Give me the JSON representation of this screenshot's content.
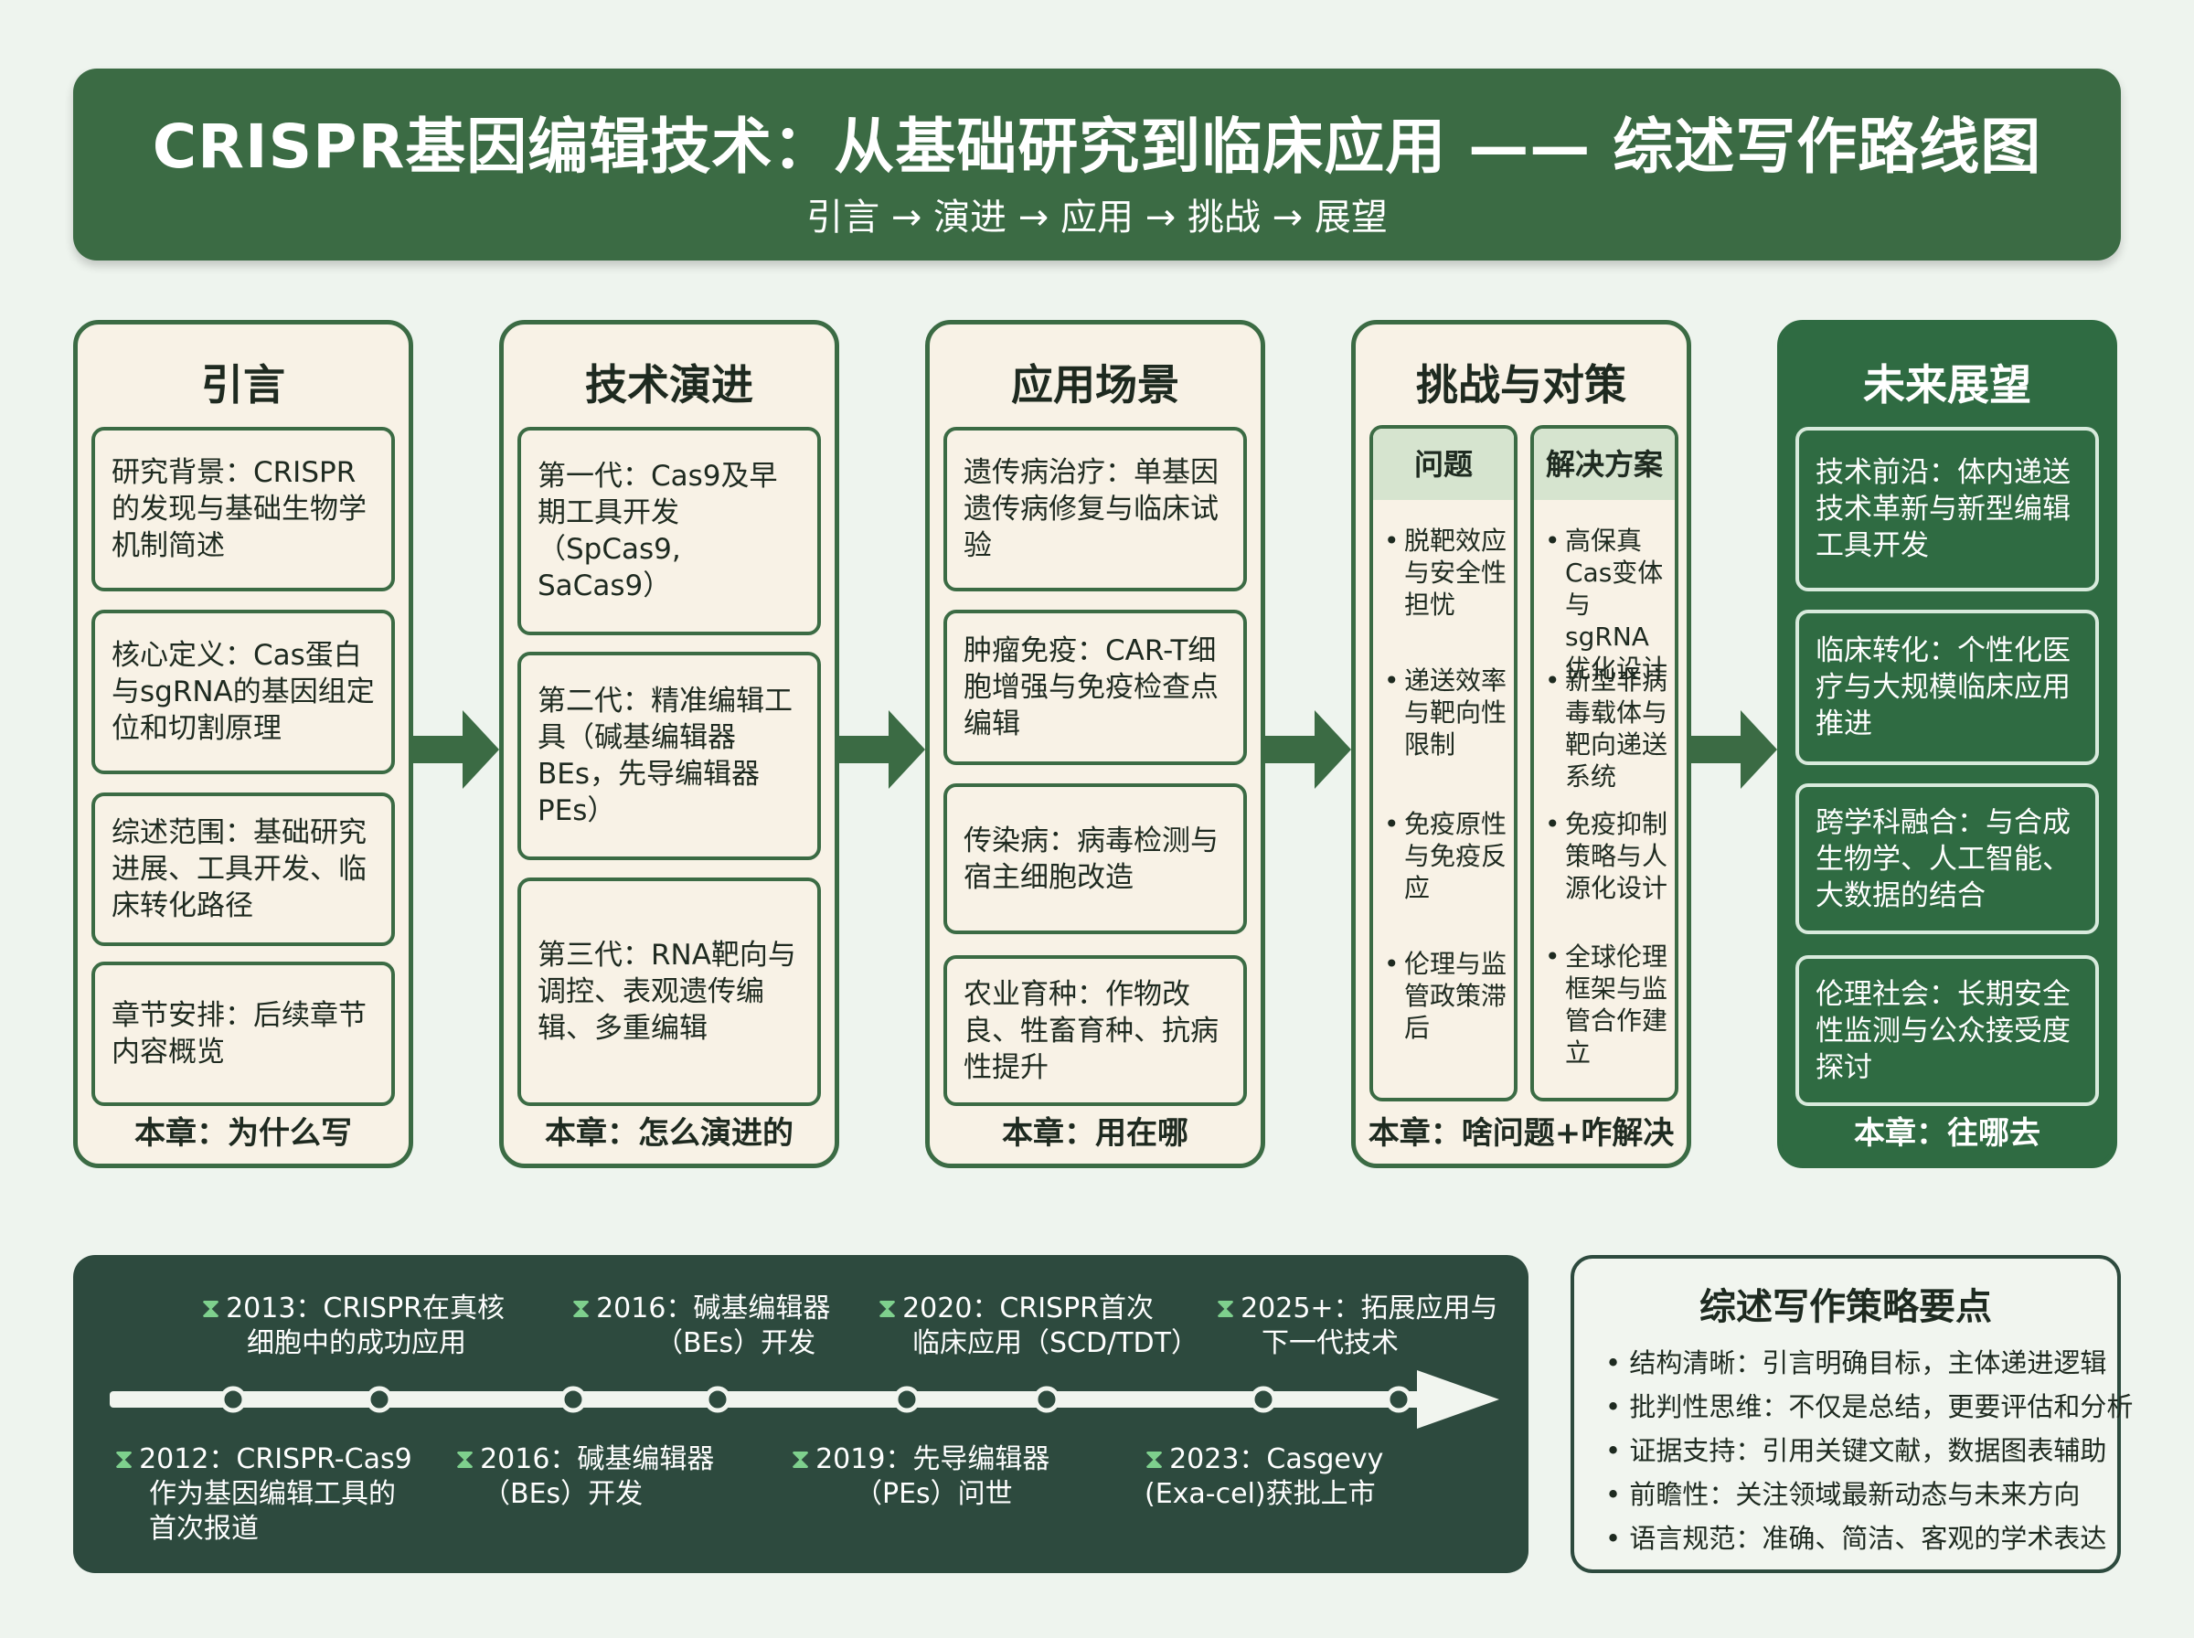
{
  "header": {
    "title": "CRISPR基因编辑技术：从基础研究到临床应用 —— 综述写作路线图",
    "subtitle": "引言 → 演进 → 应用 → 挑战 → 展望"
  },
  "columns": [
    {
      "title": "引言",
      "footer": "本章：为什么写",
      "cards": [
        "研究背景：CRISPR的发现与基础生物学机制简述",
        "核心定义：Cas蛋白与sgRNA的基因组定位和切割原理",
        "综述范围：基础研究进展、工具开发、临床转化路径",
        "章节安排：后续章节内容概览"
      ]
    },
    {
      "title": "技术演进",
      "footer": "本章：怎么演进的",
      "cards": [
        "第一代：Cas9及早期工具开发（SpCas9, SaCas9）",
        "第二代：精准编辑工具（碱基编辑器BEs，先导编辑器PEs）",
        "第三代：RNA靶向与调控、表观遗传编辑、多重编辑"
      ]
    },
    {
      "title": "应用场景",
      "footer": "本章：用在哪",
      "cards": [
        "遗传病治疗：单基因遗传病修复与临床试验",
        "肿瘤免疫：CAR-T细胞增强与免疫检查点编辑",
        "传染病：病毒检测与宿主细胞改造",
        "农业育种：作物改良、牲畜育种、抗病性提升"
      ]
    },
    {
      "title": "挑战与对策",
      "footer": "本章：啥问题+咋解决",
      "problem_head": "问题",
      "solution_head": "解决方案",
      "problems": [
        "脱靶效应与安全性担忧",
        "递送效率与靶向性限制",
        "免疫原性与免疫反应",
        "伦理与监管政策滞后"
      ],
      "solutions": [
        "高保真Cas变体与sgRNA优化设计",
        "新型非病毒载体与靶向递送系统",
        "免疫抑制策略与人源化设计",
        "全球伦理框架与监管合作建立"
      ]
    },
    {
      "title": "未来展望",
      "footer": "本章：往哪去",
      "cards": [
        "技术前沿：体内递送技术革新与新型编辑工具开发",
        "临床转化：个性化医疗与大规模临床应用推进",
        "跨学科融合：与合成生物学、人工智能、大数据的结合",
        "伦理社会：长期安全性监测与公众接受度探讨"
      ]
    }
  ],
  "timeline": {
    "icon": "hourglass-icon",
    "top_events": [
      {
        "line1": "2013：CRISPR在真核",
        "line2": "细胞中的成功应用"
      },
      {
        "line1": "2016：碱基编辑器",
        "line2": "（BEs）开发"
      },
      {
        "line1": "2020：CRISPR首次",
        "line2": "临床应用（SCD/TDT）"
      },
      {
        "line1": "2025+：拓展应用与",
        "line2": "下一代技术"
      }
    ],
    "bottom_events": [
      {
        "line1": "2012：CRISPR-Cas9",
        "line2": "作为基因编辑工具的",
        "line3": "首次报道"
      },
      {
        "line1": "2016：碱基编辑器",
        "line2": "（BEs）开发"
      },
      {
        "line1": "2019：先导编辑器",
        "line2": "（PEs）问世"
      },
      {
        "line1": "2023：Casgevy",
        "line2": "(Exa-cel)获批上市"
      }
    ]
  },
  "strategy": {
    "title": "综述写作策略要点",
    "items": [
      "结构清晰：引言明确目标，主体递进逻辑",
      "批判性思维：不仅是总结，更要评估和分析",
      "证据支持：引用关键文献，数据图表辅助",
      "前瞻性：关注领域最新动态与未来方向",
      "语言规范：准确、简洁、客观的学术表达"
    ]
  },
  "colors": {
    "primary_green": "#3b6b44",
    "dark_green": "#2d4a3e",
    "cream": "#f8f2e6",
    "background": "#eef4ee"
  }
}
